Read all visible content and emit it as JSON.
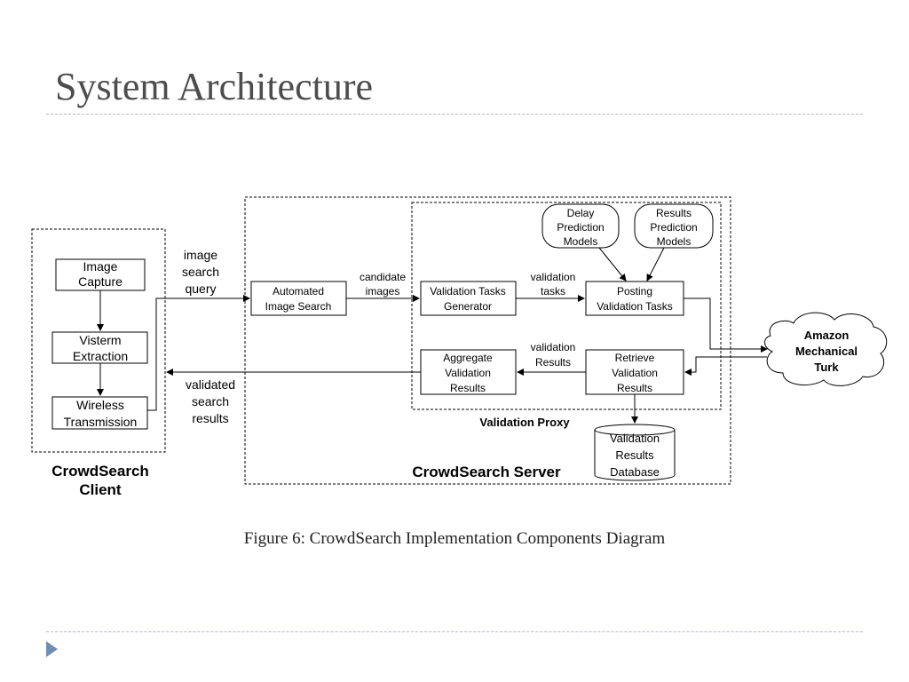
{
  "slide": {
    "title": "System Architecture",
    "caption": "Figure 6:  CrowdSearch Implementation Components Diagram"
  },
  "diagram": {
    "client": {
      "label": [
        "CrowdSearch",
        "Client"
      ],
      "image_capture": [
        "Image",
        "Capture"
      ],
      "visterm_extraction": [
        "Visterm",
        "Extraction"
      ],
      "wireless_transmission": [
        "Wireless",
        "Transmission"
      ]
    },
    "edges": {
      "image_search_query": [
        "image",
        "search",
        "query"
      ],
      "validated_search_results": [
        "validated",
        "search",
        "results"
      ],
      "candidate_images": [
        "candidate",
        "images"
      ],
      "validation_tasks": [
        "validation",
        "tasks"
      ],
      "validation_results": [
        "validation",
        "Results"
      ]
    },
    "server": {
      "label": "CrowdSearch Server",
      "automated_image_search": [
        "Automated",
        "Image Search"
      ]
    },
    "proxy": {
      "label": "Validation Proxy",
      "delay_prediction_models": [
        "Delay",
        "Prediction",
        "Models"
      ],
      "results_prediction_models": [
        "Results",
        "Prediction",
        "Models"
      ],
      "validation_tasks_generator": [
        "Validation Tasks",
        "Generator"
      ],
      "posting_validation_tasks": [
        "Posting",
        "Validation Tasks"
      ],
      "aggregate_validation_results": [
        "Aggregate",
        "Validation",
        "Results"
      ],
      "retrieve_validation_results": [
        "Retrieve",
        "Validation",
        "Results"
      ]
    },
    "database": [
      "Validation",
      "Results",
      "Database"
    ],
    "mturk": [
      "Amazon",
      "Mechanical",
      "Turk"
    ]
  }
}
